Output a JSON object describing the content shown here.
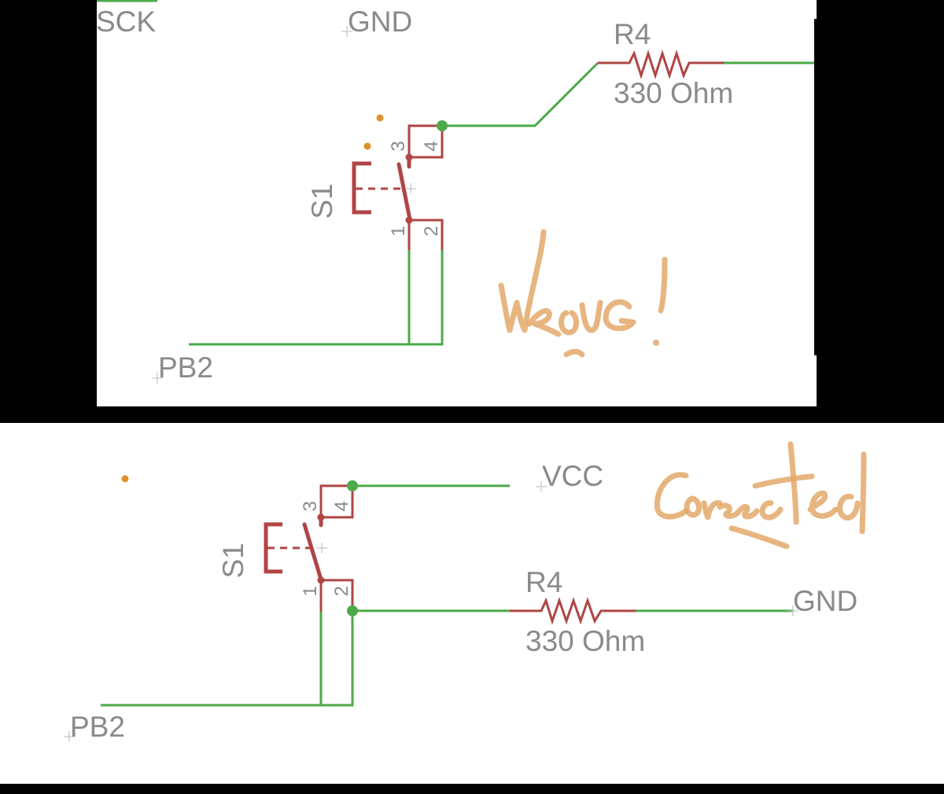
{
  "colors": {
    "wire": "#4caa48",
    "component": "#b04545",
    "label": "#8a8a8a",
    "annotation": "#e3a86a",
    "marker": "#e0902a",
    "background": "#ffffff",
    "frame": "#000000"
  },
  "top_panel": {
    "net_labels": {
      "sck": "SCK",
      "gnd": "GND",
      "pb2": "PB2"
    },
    "switch": {
      "name": "S1",
      "pins": [
        "1",
        "2",
        "3",
        "4"
      ]
    },
    "resistor": {
      "name": "R4",
      "value": "330 Ohm"
    },
    "annotation": "WRONG!"
  },
  "bottom_panel": {
    "net_labels": {
      "vcc": "VCC",
      "gnd": "GND",
      "pb2": "PB2"
    },
    "switch": {
      "name": "S1",
      "pins": [
        "1",
        "2",
        "3",
        "4"
      ]
    },
    "resistor": {
      "name": "R4",
      "value": "330 Ohm"
    },
    "annotation": "Corrected"
  }
}
